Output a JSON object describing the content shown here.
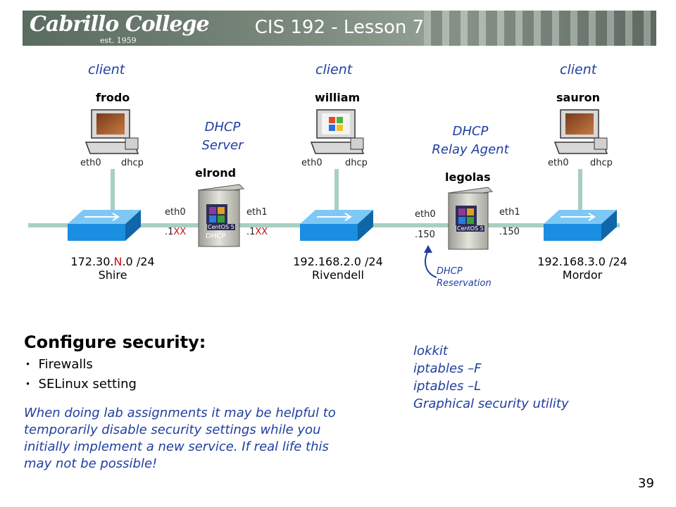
{
  "header": {
    "title": "CIS 192 - Lesson 7",
    "logo": "Cabrillo College",
    "est": "est. 1959"
  },
  "hosts": {
    "frodo": {
      "role": "client",
      "name": "frodo",
      "eth0": "eth0",
      "dhcp": "dhcp"
    },
    "william": {
      "role": "client",
      "name": "william",
      "eth0": "eth0",
      "dhcp": "dhcp"
    },
    "sauron": {
      "role": "client",
      "name": "sauron",
      "eth0": "eth0",
      "dhcp": "dhcp"
    },
    "elrond": {
      "role_line1": "DHCP",
      "role_line2": "Server",
      "name": "elrond",
      "badge": "DHCP",
      "eth0": "eth0",
      "eth1": "eth1",
      "ip0_dot": ".1",
      "ip0_xx": "XX",
      "ip1_dot": ".1",
      "ip1_xx": "XX"
    },
    "legolas": {
      "role_line1": "DHCP",
      "role_line2": "Relay Agent",
      "name": "legolas",
      "eth0": "eth0",
      "eth1": "eth1",
      "ip0": ".150",
      "ip1": ".150"
    }
  },
  "networks": {
    "shire": {
      "prefix": "172.30.",
      "n": "N",
      "suffix": ".0 /24",
      "name": "Shire"
    },
    "rivendell": {
      "cidr": "192.168.2.0 /24",
      "name": "Rivendell"
    },
    "mordor": {
      "cidr": "192.168.3.0 /24",
      "name": "Mordor"
    }
  },
  "reservation": {
    "line1": "DHCP",
    "line2": "Reservation"
  },
  "server_logo": "CentOS 5",
  "content": {
    "heading": "Configure security:",
    "bullets": [
      "Firewalls",
      "SELinux setting"
    ],
    "note": "When doing lab assignments it may be helpful to temporarily disable security settings while you initially implement  a new service.  If real life this may not be possible!",
    "commands": [
      "lokkit",
      "iptables –F",
      "iptables –L",
      "Graphical security utility"
    ]
  },
  "page_number": "39",
  "colors": {
    "accent_blue": "#1f3f9f",
    "switch_blue": "#1a8ee0",
    "link_green": "#a8cfc0",
    "red": "#cc1111"
  }
}
